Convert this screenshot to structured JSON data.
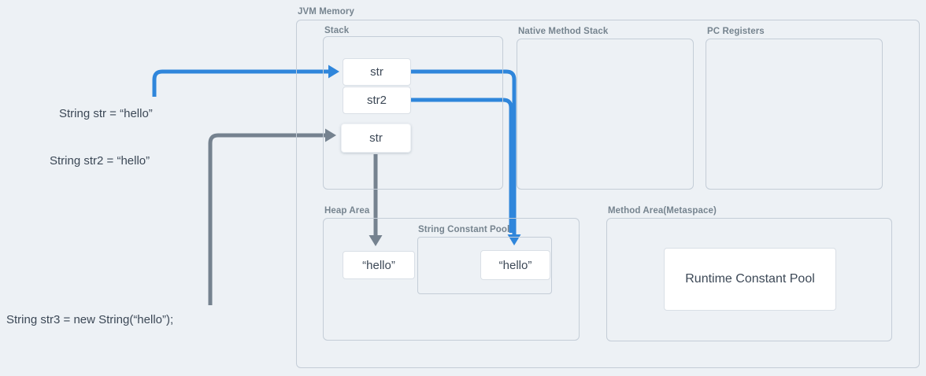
{
  "colors": {
    "background": "#edf1f5",
    "box_border": "#c4cdd7",
    "inner_box_border": "#d9dfe6",
    "label_text": "#76848f",
    "code_text": "#3c4856",
    "arrow_blue": "#2f86db",
    "arrow_gray": "#75828f"
  },
  "code": {
    "lines": [
      "String str = “hello”",
      "String str2 = “hello”",
      "String str3 = new String(“hello”);"
    ]
  },
  "jvm": {
    "label": "JVM Memory",
    "stack": {
      "label": "Stack",
      "frames": [
        "str",
        "str2",
        "str"
      ]
    },
    "native_method_stack": {
      "label": "Native Method Stack"
    },
    "pc_registers": {
      "label": "PC Registers"
    },
    "heap": {
      "label": "Heap Area",
      "object_value": "“hello”",
      "string_constant_pool": {
        "label": "String Constant Pool",
        "value": "“hello”"
      }
    },
    "method_area": {
      "label": "Method Area(Metaspace)",
      "runtime_constant_pool_label": "Runtime Constant Pool"
    }
  }
}
